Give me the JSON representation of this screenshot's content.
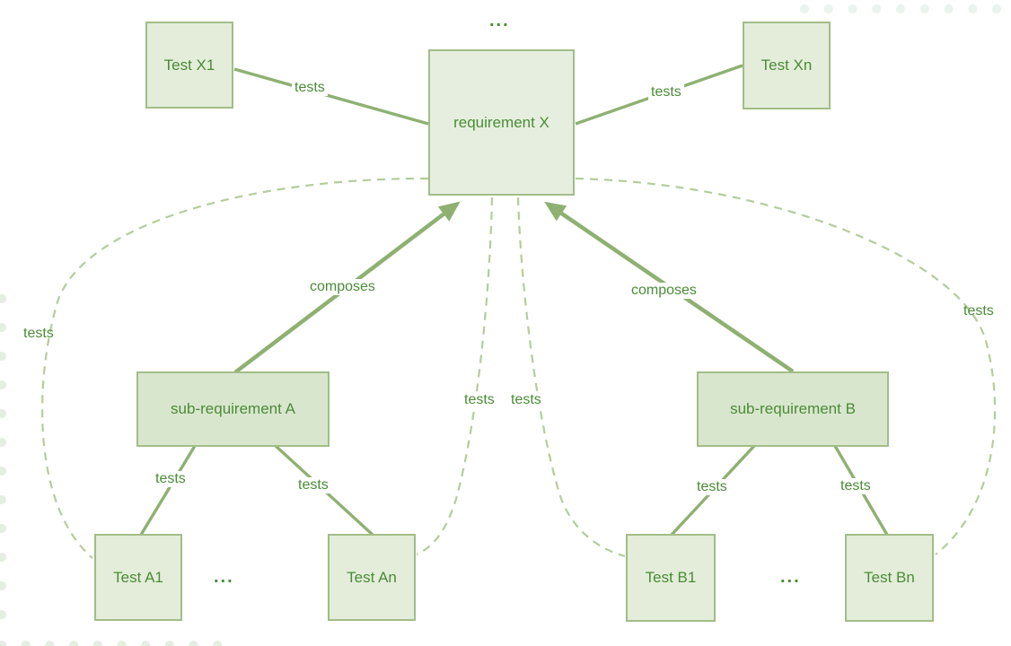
{
  "nodes": {
    "requirement_x": {
      "label": "requirement X"
    },
    "test_x1": {
      "label": "Test X1"
    },
    "test_xn": {
      "label": "Test Xn"
    },
    "sub_requirement_a": {
      "label": "sub-requirement A"
    },
    "sub_requirement_b": {
      "label": "sub-requirement B"
    },
    "test_a1": {
      "label": "Test A1"
    },
    "test_an": {
      "label": "Test An"
    },
    "test_b1": {
      "label": "Test B1"
    },
    "test_bn": {
      "label": "Test Bn"
    }
  },
  "edges": [
    {
      "from": "test_x1",
      "to": "requirement_x",
      "label": "tests",
      "style": "solid"
    },
    {
      "from": "test_xn",
      "to": "requirement_x",
      "label": "tests",
      "style": "solid"
    },
    {
      "from": "sub_requirement_a",
      "to": "requirement_x",
      "label": "composes",
      "style": "solid-arrow"
    },
    {
      "from": "sub_requirement_b",
      "to": "requirement_x",
      "label": "composes",
      "style": "solid-arrow"
    },
    {
      "from": "sub_requirement_a",
      "to": "test_a1",
      "label": "tests",
      "style": "solid"
    },
    {
      "from": "sub_requirement_a",
      "to": "test_an",
      "label": "tests",
      "style": "solid"
    },
    {
      "from": "sub_requirement_b",
      "to": "test_b1",
      "label": "tests",
      "style": "solid"
    },
    {
      "from": "sub_requirement_b",
      "to": "test_bn",
      "label": "tests",
      "style": "solid"
    },
    {
      "from": "test_a1",
      "to": "requirement_x",
      "label": "tests",
      "style": "dashed"
    },
    {
      "from": "test_an",
      "to": "requirement_x",
      "label": "tests",
      "style": "dashed"
    },
    {
      "from": "test_b1",
      "to": "requirement_x",
      "label": "tests",
      "style": "dashed"
    },
    {
      "from": "test_bn",
      "to": "requirement_x",
      "label": "tests",
      "style": "dashed"
    }
  ],
  "ellipsis": "...",
  "colors": {
    "node_fill_light": "#e3edda",
    "node_fill_req": "#e6efdf",
    "node_fill_medium": "#d9e6ce",
    "node_border": "#a2bd87",
    "line_solid": "#8eb172",
    "line_dashed": "#b5cc9c",
    "text_green": "#4a8c36",
    "dot_mint": "#e8f4ed",
    "dot_sage": "#e3efdf"
  }
}
